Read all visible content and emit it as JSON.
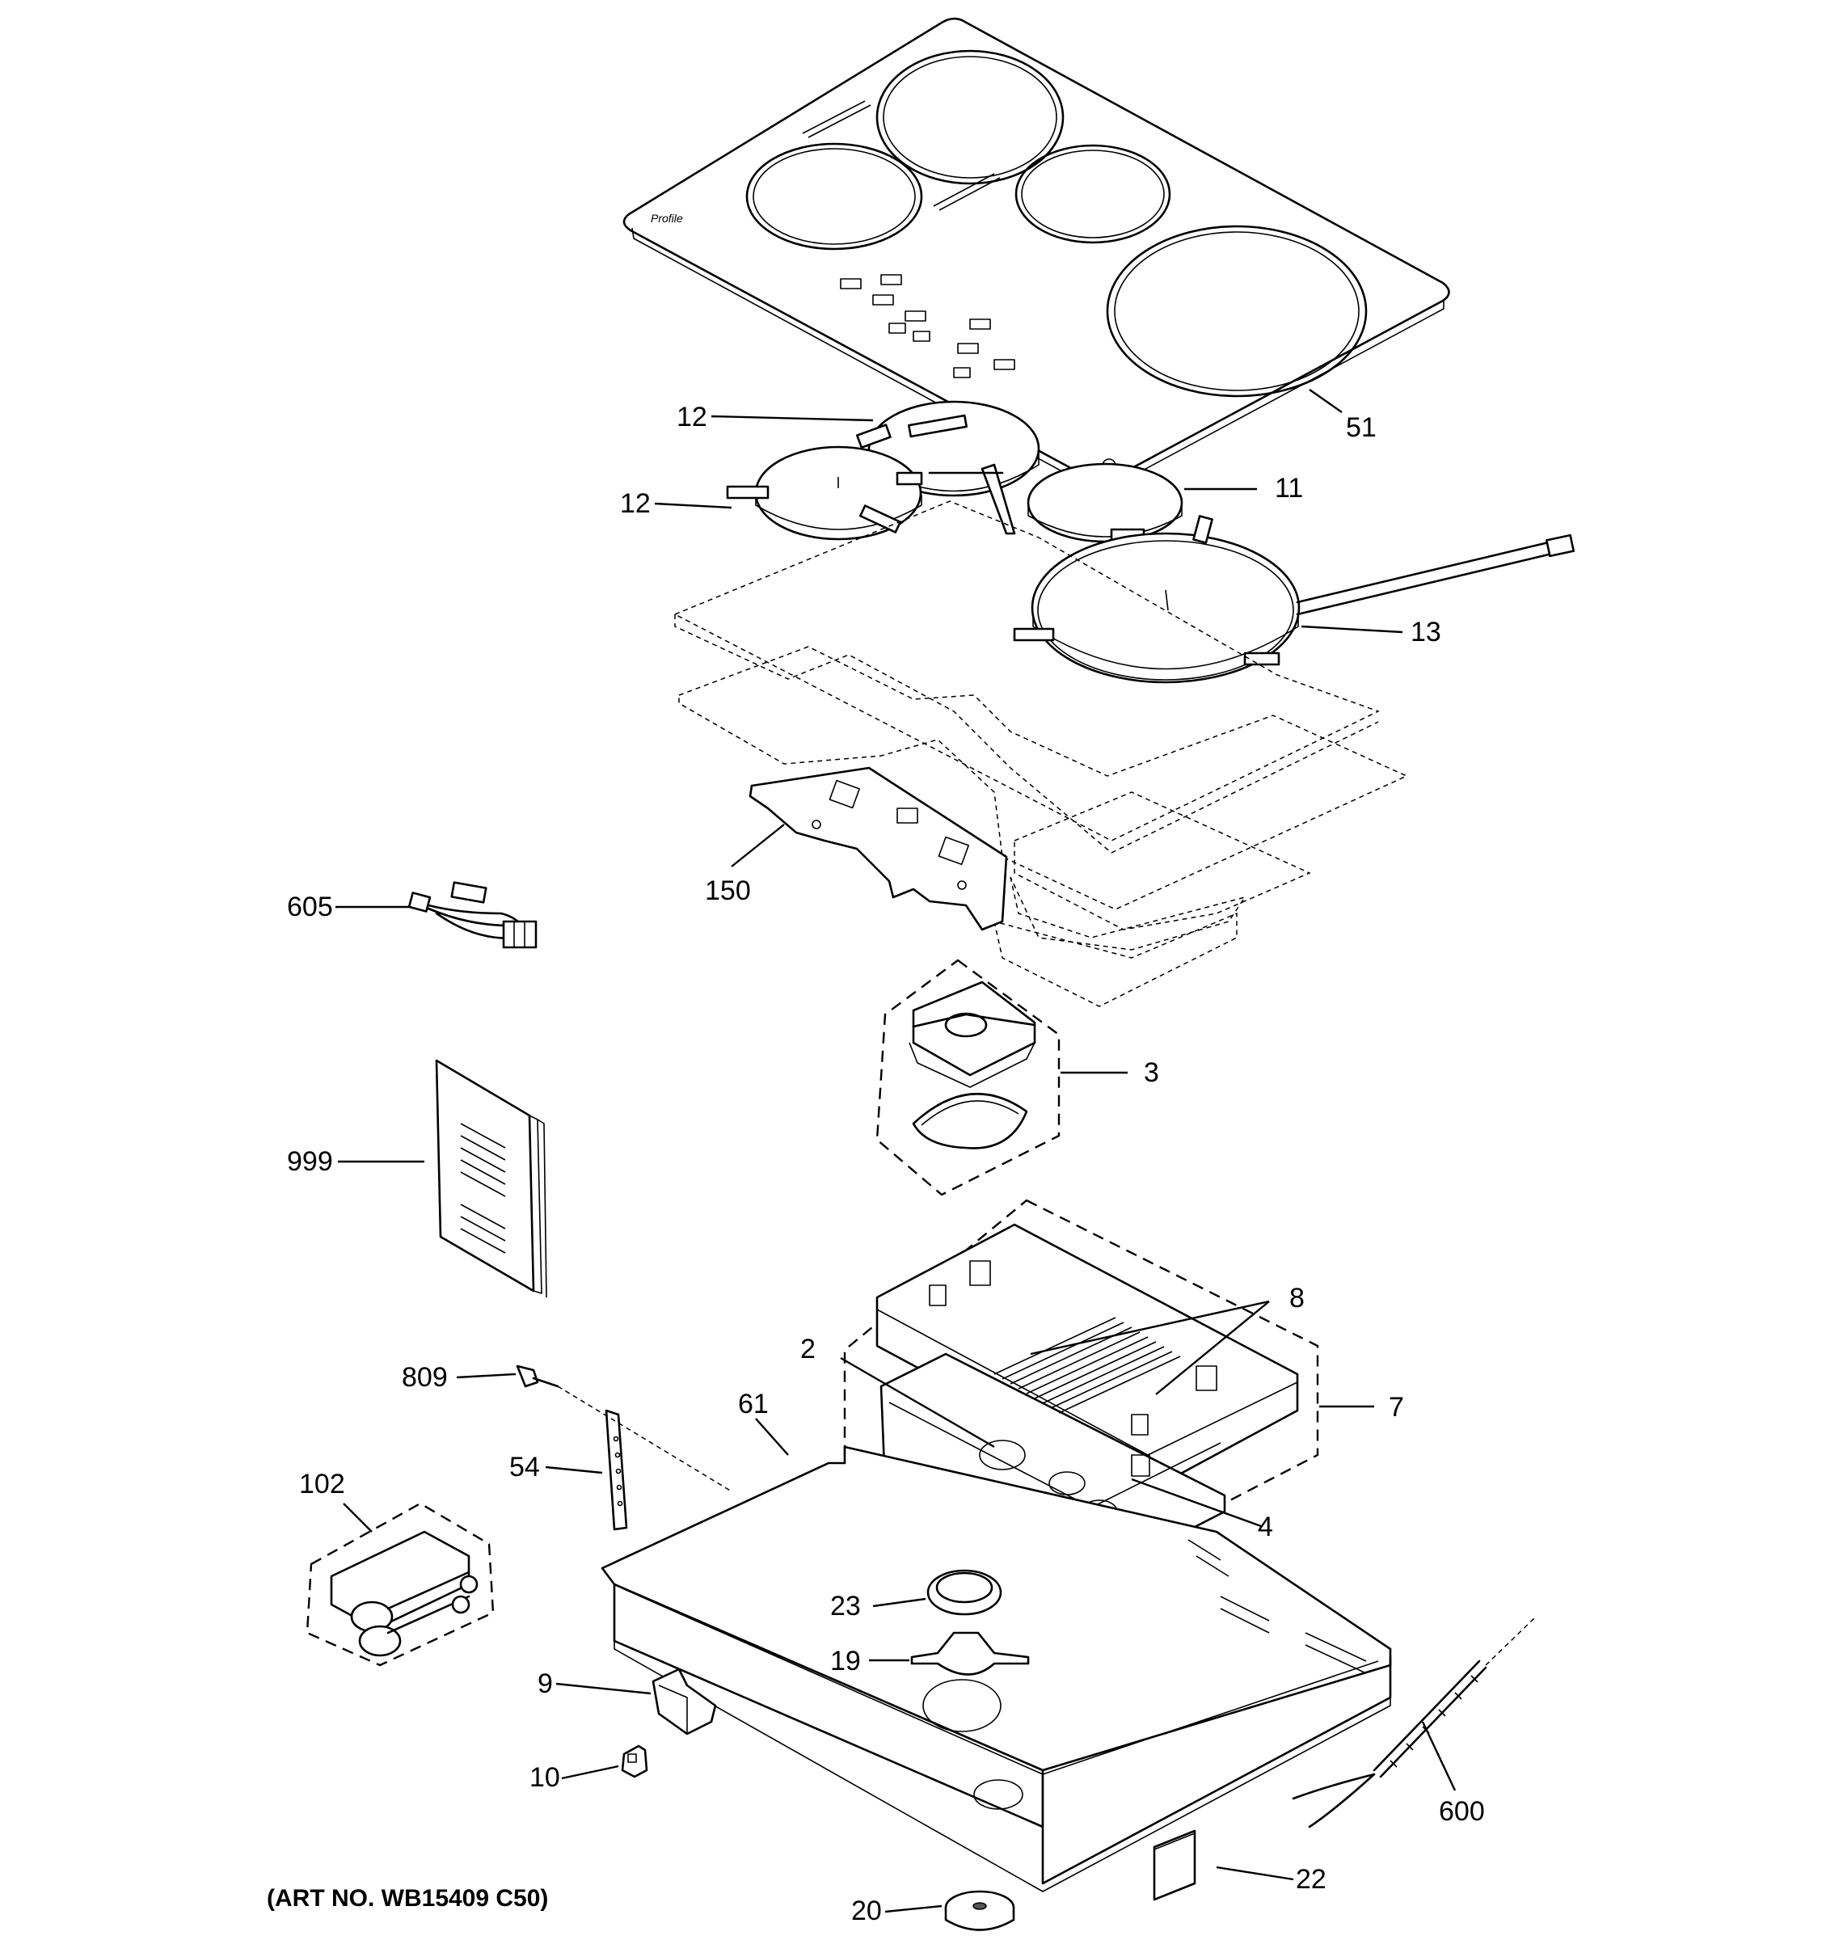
{
  "diagram": {
    "callouts": {
      "c51": "51",
      "c12a": "12",
      "c12b": "12",
      "c11": "11",
      "c13": "13",
      "c150": "150",
      "c605": "605",
      "c3": "3",
      "c999": "999",
      "c8": "8",
      "c2": "2",
      "c7": "7",
      "c809": "809",
      "c61": "61",
      "c4": "4",
      "c54": "54",
      "c102": "102",
      "c23": "23",
      "c19": "19",
      "c9": "9",
      "c10": "10",
      "c600": "600",
      "c22": "22",
      "c20": "20"
    },
    "art_number": "(ART NO. WB15409 C50)"
  }
}
